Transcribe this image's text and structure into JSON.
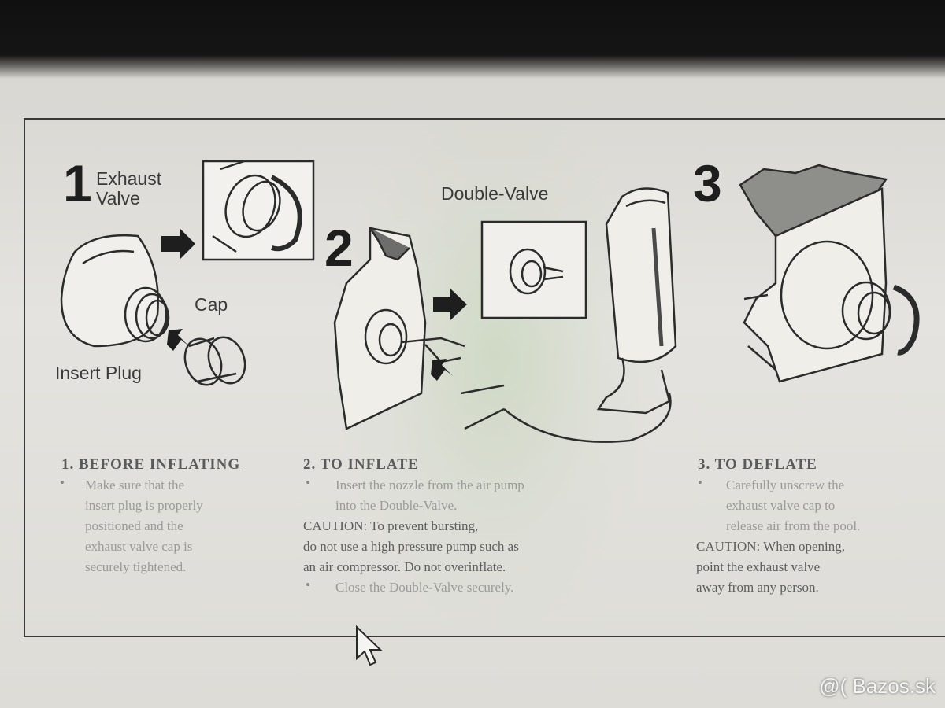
{
  "step1": {
    "number": "1",
    "label_exhaust": "Exhaust\nValve",
    "label_cap": "Cap",
    "label_plug": "Insert Plug",
    "heading": "1.  BEFORE INFLATING",
    "text": "Make sure that the\ninsert plug is properly\npositioned and the\nexhaust valve cap is\nsecurely tightened."
  },
  "step2": {
    "number": "2",
    "label_valve": "Double-Valve",
    "heading": "2.  TO INFLATE",
    "text": "Insert the nozzle from the air pump\ninto the Double-Valve.",
    "caution": "CAUTION: To prevent bursting,\ndo not use a high pressure pump such as\nan air compressor. Do not overinflate.",
    "text2": "Close the Double-Valve securely."
  },
  "step3": {
    "number": "3",
    "heading": "3.  TO DEFLATE",
    "text": "Carefully unscrew the\nexhaust valve cap to\nrelease air from the pool.",
    "caution": "CAUTION: When opening,\npoint the exhaust valve\naway from any person."
  },
  "watermark": "@( Bazos.sk",
  "icons": [
    "arrow-icon",
    "cursor-icon"
  ]
}
